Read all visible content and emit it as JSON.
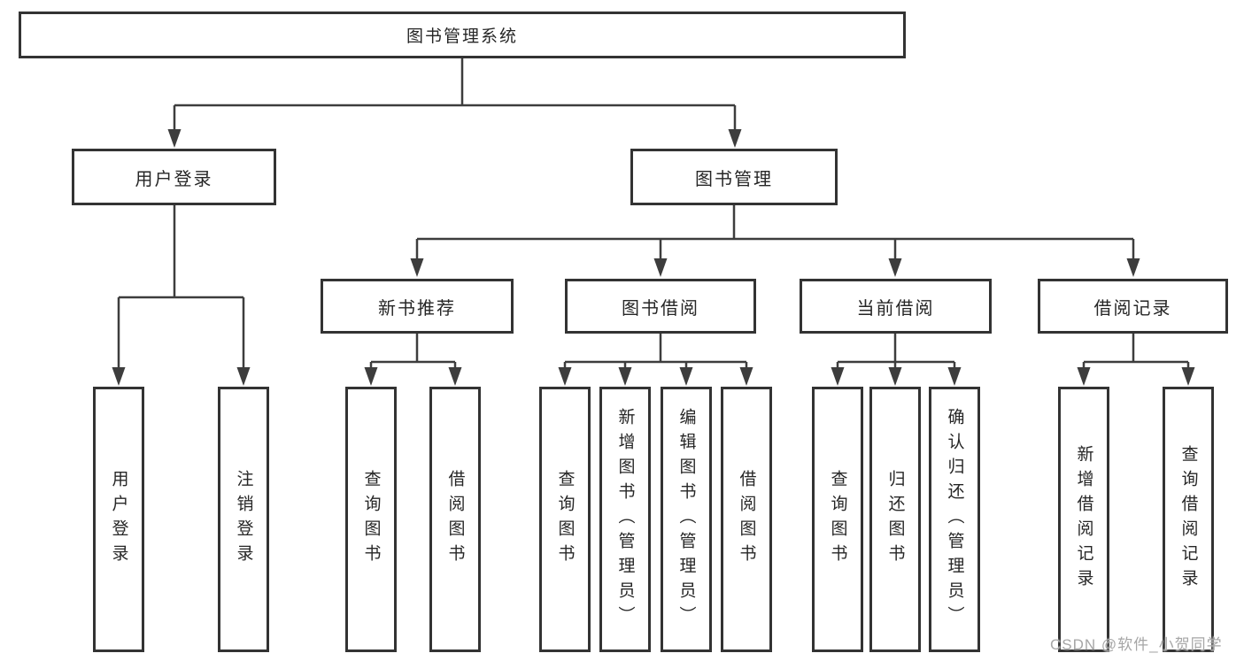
{
  "tree": {
    "root": "图书管理系统",
    "level2": [
      {
        "id": "user-login",
        "label": "用户登录",
        "children": [
          "用户登录",
          "注销登录"
        ]
      },
      {
        "id": "book-management",
        "label": "图书管理",
        "sections": [
          {
            "id": "new-book-recommend",
            "label": "新书推荐",
            "children": [
              "查询图书",
              "借阅图书"
            ]
          },
          {
            "id": "book-borrow",
            "label": "图书借阅",
            "children": [
              "查询图书",
              "新增图书（管理员）",
              "编辑图书（管理员）",
              "借阅图书"
            ]
          },
          {
            "id": "current-borrow",
            "label": "当前借阅",
            "children": [
              "查询图书",
              "归还图书",
              "确认归还（管理员）"
            ]
          },
          {
            "id": "borrow-records",
            "label": "借阅记录",
            "children": [
              "新增借阅记录",
              "查询借阅记录"
            ]
          }
        ]
      }
    ]
  },
  "watermark": "CSDN @软件_小贺同学",
  "colors": {
    "line": "#3d3d3d",
    "border": "#333333",
    "text": "#262626",
    "watermark": "#a6a6a6"
  }
}
